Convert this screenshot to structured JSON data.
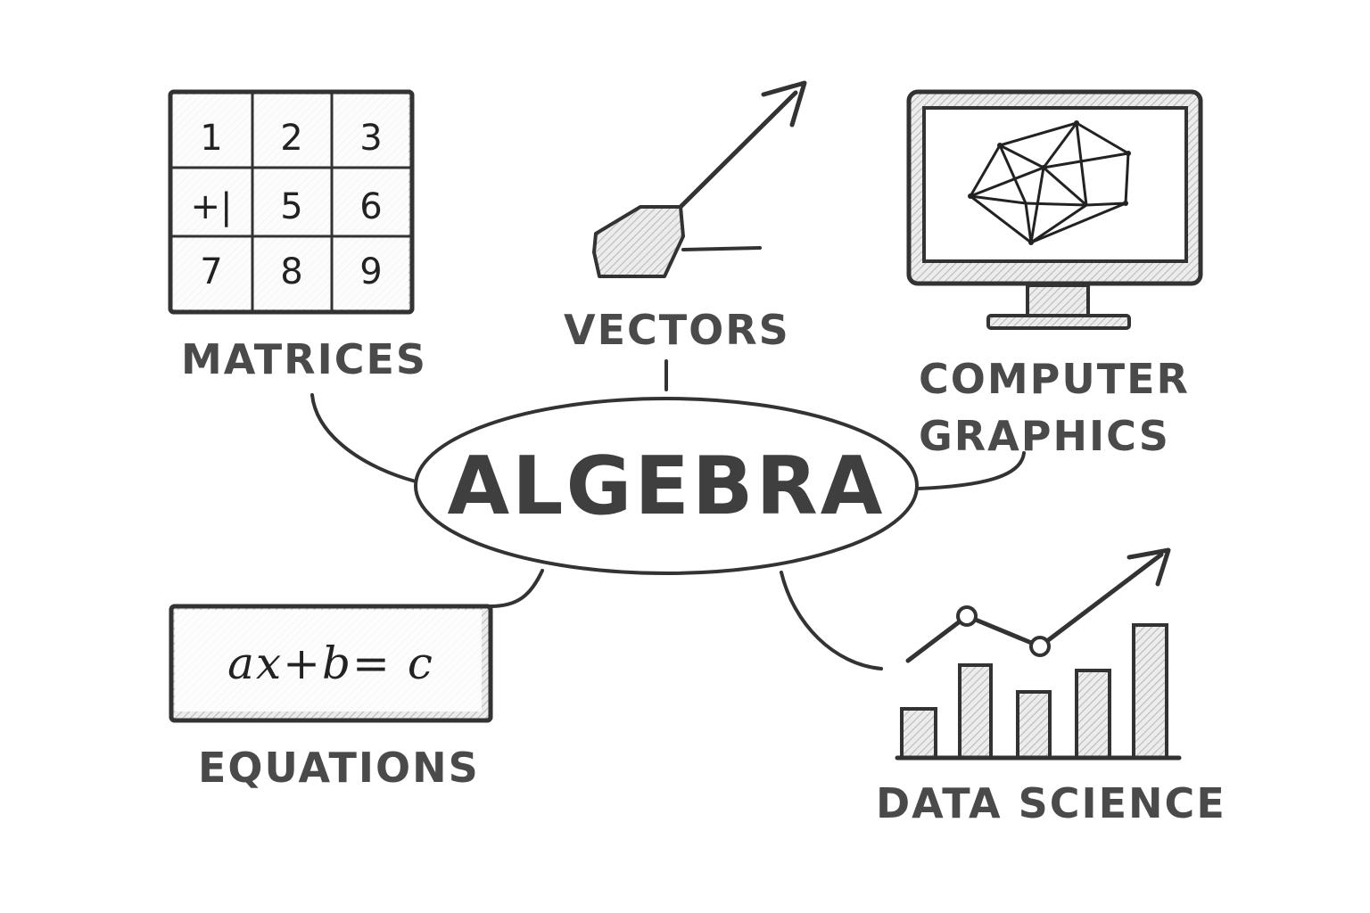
{
  "center": {
    "title": "ALGEBRA"
  },
  "nodes": {
    "matrices": {
      "label": "MATRICES",
      "cells": [
        "1",
        "2",
        "3",
        "+|",
        "5",
        "6",
        "7",
        "8",
        "9"
      ]
    },
    "vectors": {
      "label": "VECTORS"
    },
    "computer_graphics": {
      "line1": "COMPUTER",
      "line2": "GRAPHICS"
    },
    "equations": {
      "label": "EQUATIONS",
      "formula": "ax+b= c"
    },
    "data_science": {
      "label": "DATA SCIENCE"
    }
  },
  "colors": {
    "ink": "#333333",
    "label": "#4a4a4a",
    "shade": "#d6d6d6"
  },
  "icons": [
    "matrix-grid-icon",
    "vector-arrow-icon",
    "monitor-mesh-icon",
    "equation-box-icon",
    "bar-chart-trend-icon"
  ]
}
